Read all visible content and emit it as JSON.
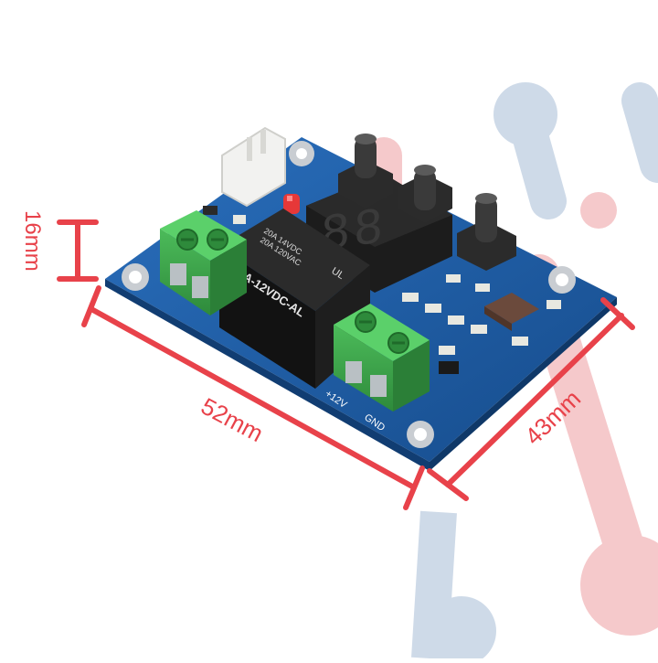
{
  "dimensions": {
    "height": "16mm",
    "length": "52mm",
    "width": "43mm"
  },
  "relay": {
    "model": "SRA-12VDC-AL",
    "rating_dc": "20A 14VDC",
    "rating_ac": "20A 120VAC",
    "cert_mark": "UL"
  },
  "terminals": {
    "power_plus": "+12V",
    "power_gnd": "GND"
  },
  "display": {
    "digits": "88"
  },
  "colors": {
    "pcb": "#1f5fa8",
    "terminal_block": "#3aa14a",
    "dimension_lines": "#e8424a",
    "background_accent_blue": "#c9d6e6",
    "background_accent_red": "#f4c4c6"
  }
}
